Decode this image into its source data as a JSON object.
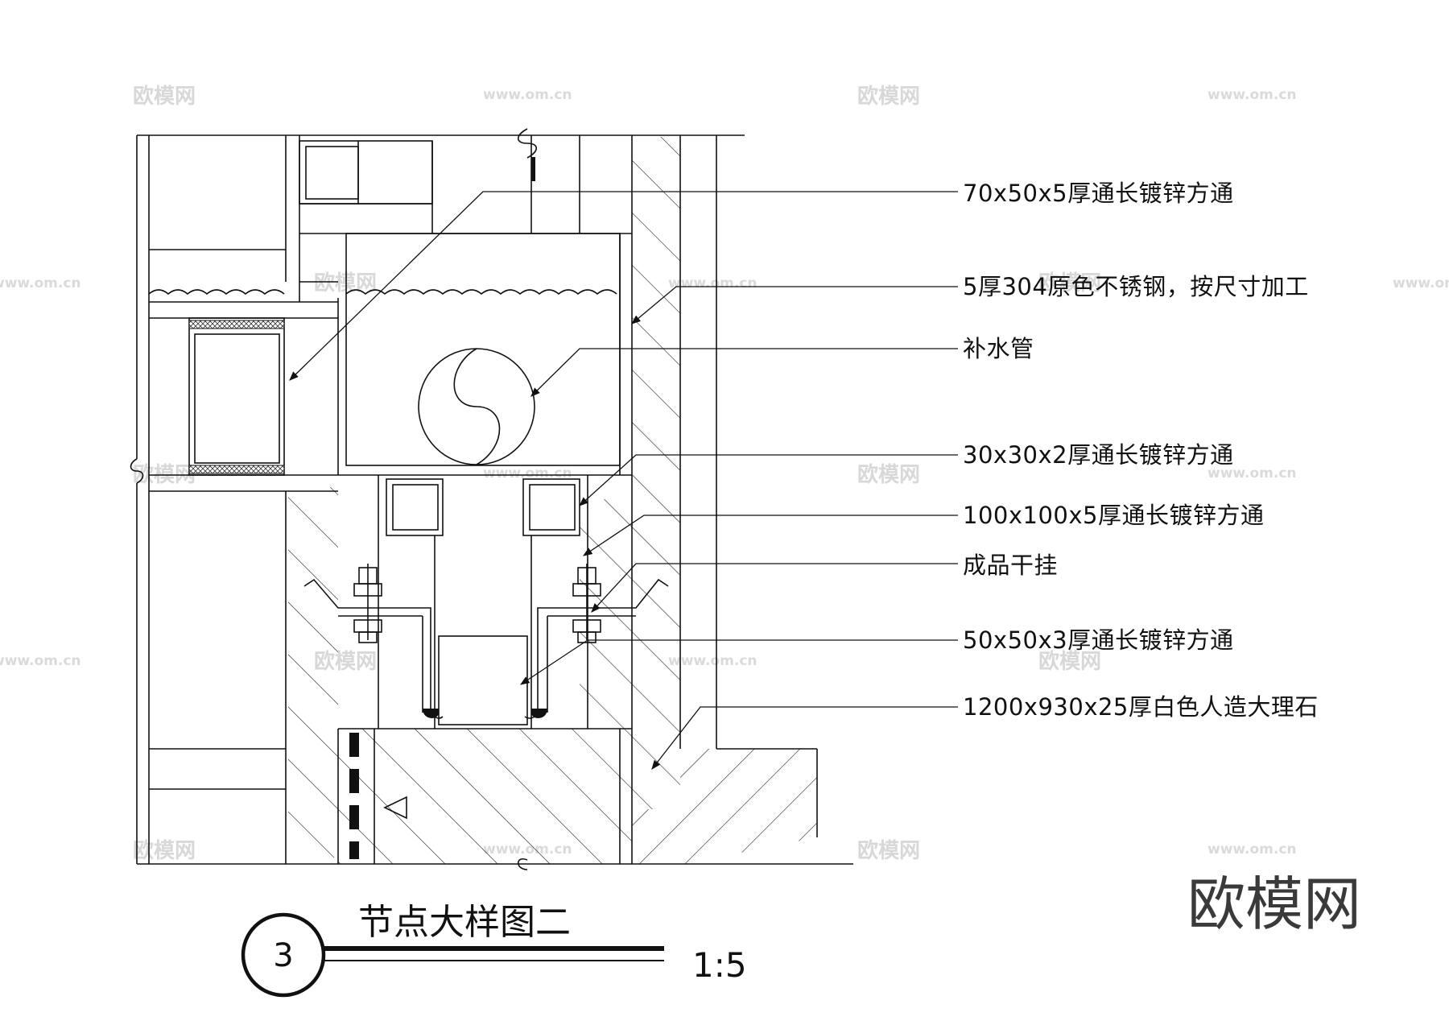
{
  "labels": [
    "70x50x5厚通长镀锌方通",
    "5厚304原色不锈钢，按尺寸加工",
    "补水管",
    "30x30x2厚通长镀锌方通",
    "100x100x5厚通长镀锌方通",
    "成品干挂",
    "50x50x3厚通长镀锌方通",
    "1200x930x25厚白色人造大理石"
  ],
  "title_block": {
    "number": "3",
    "title": "节点大样图二",
    "scale": "1:5"
  },
  "watermark": {
    "logo": "欧模网",
    "url": "www.om.cn"
  }
}
